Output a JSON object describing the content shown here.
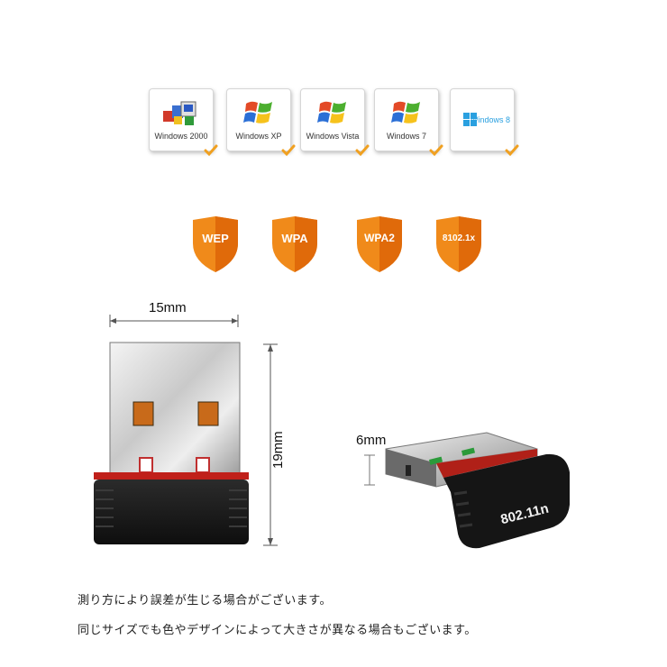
{
  "os_badges": [
    {
      "name": "Windows 2000",
      "icon": "windows-2000-logo-icon"
    },
    {
      "name": "Windows XP",
      "icon": "windows-xp-logo-icon"
    },
    {
      "name": "Windows Vista",
      "icon": "windows-vista-logo-icon"
    },
    {
      "name": "Windows 7",
      "icon": "windows-7-logo-icon"
    },
    {
      "name": "Windows 8",
      "icon": "windows-8-logo-icon"
    }
  ],
  "security_badges": [
    "WEP",
    "WPA",
    "WPA2",
    "8102.1x"
  ],
  "dimensions": {
    "width": "15mm",
    "height": "19mm",
    "thickness": "6mm"
  },
  "adapter": {
    "label": "802.11n"
  },
  "notes": [
    "測り方により誤差が生じる場合がございます。",
    "同じサイズでも色やデザインによって大きさが異なる場合もございます。"
  ],
  "colors": {
    "accent_orange": "#f0a020",
    "shield_orange": "#ee7a12"
  }
}
